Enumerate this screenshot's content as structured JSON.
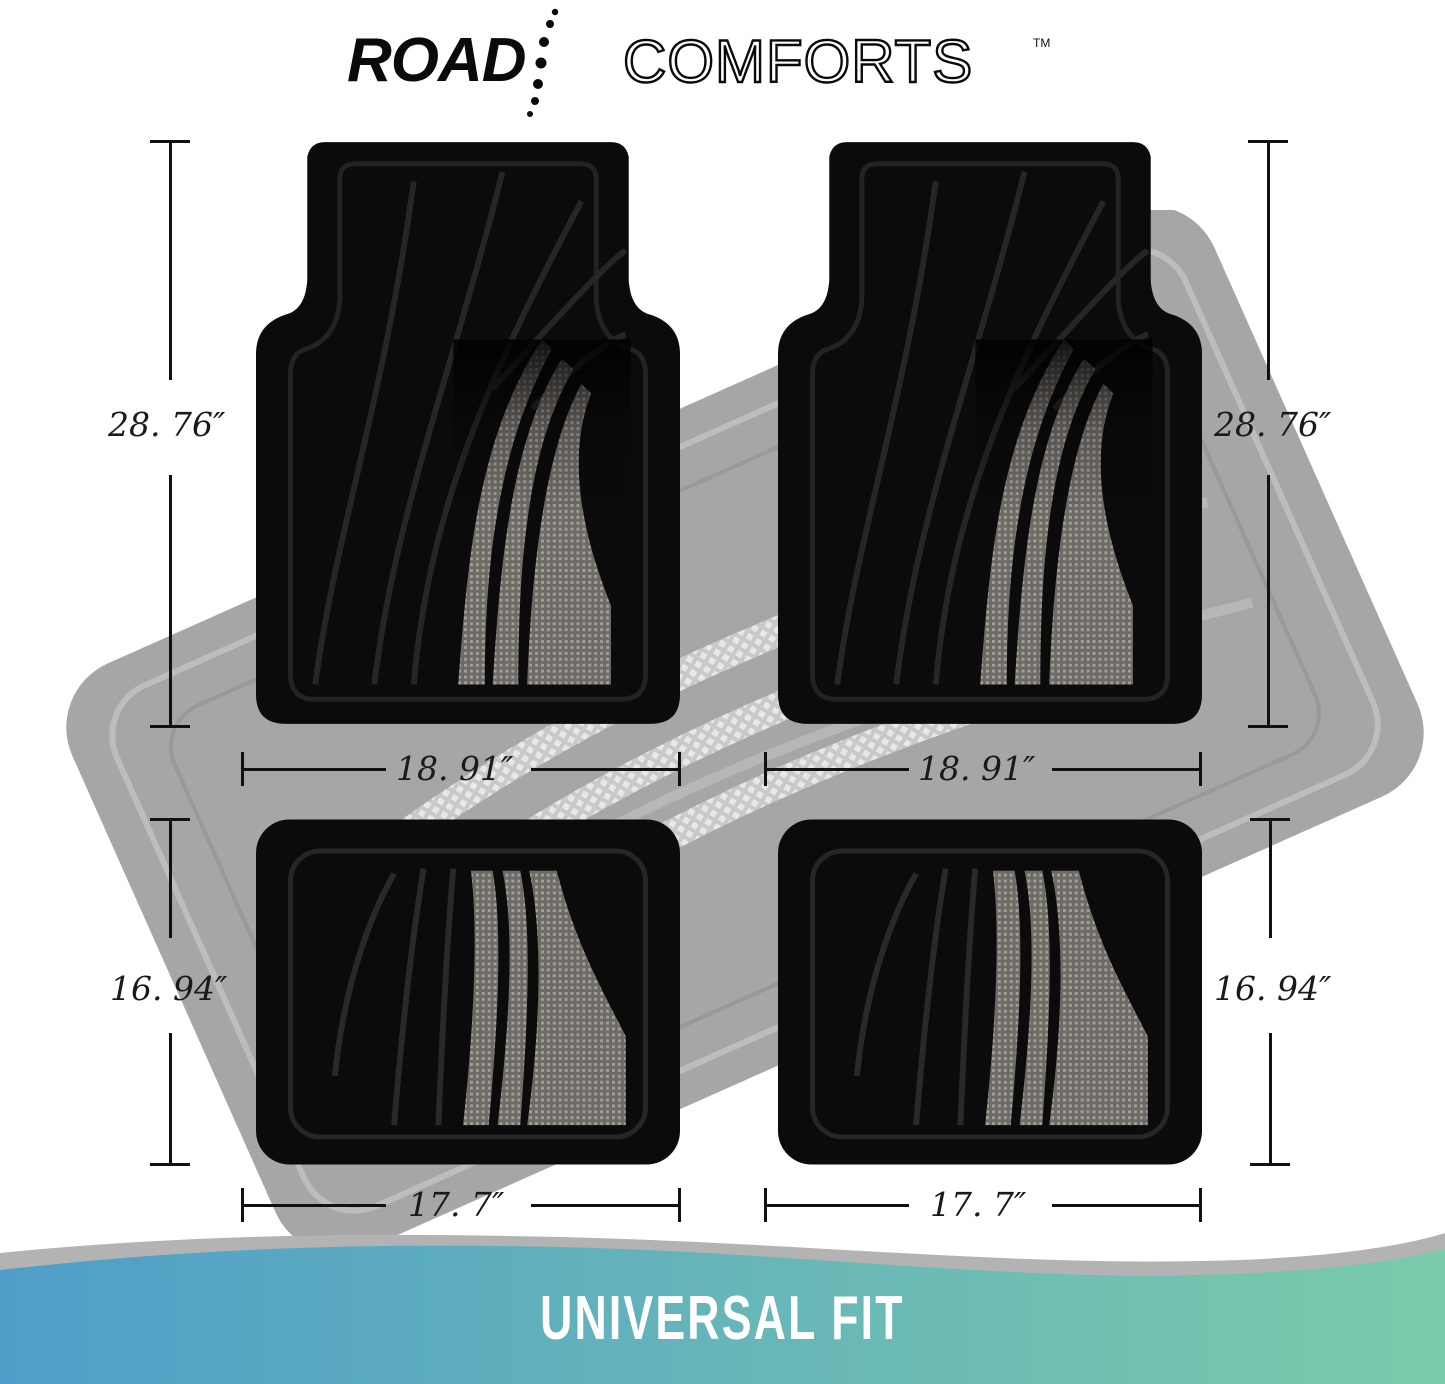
{
  "brand": {
    "name_bold": "ROAD",
    "name_light": "COMFORTS",
    "trademark": "TM",
    "logo_color": "#0a0a0a"
  },
  "product": {
    "description": "4-piece rubber car floor mat set (2 front, 2 rear) shown over a gray background mat",
    "mat_color": "#0b0b0b",
    "accent_texture_color": "#8a8580",
    "background_mat_color": "#9a9a9a"
  },
  "dimensions": {
    "front_left_height": "28. 76″",
    "front_right_height": "28. 76″",
    "front_left_width": "18. 91″",
    "front_right_width": "18. 91″",
    "rear_left_height": "16. 94″",
    "rear_right_height": "16. 94″",
    "rear_left_width": "17. 7″",
    "rear_right_width": "17. 7″"
  },
  "banner": {
    "title": "UNIVERSAL FIT",
    "gradient_start": "#4f9ec9",
    "gradient_end": "#7acbaa",
    "wave_color": "#b3b3b3"
  }
}
